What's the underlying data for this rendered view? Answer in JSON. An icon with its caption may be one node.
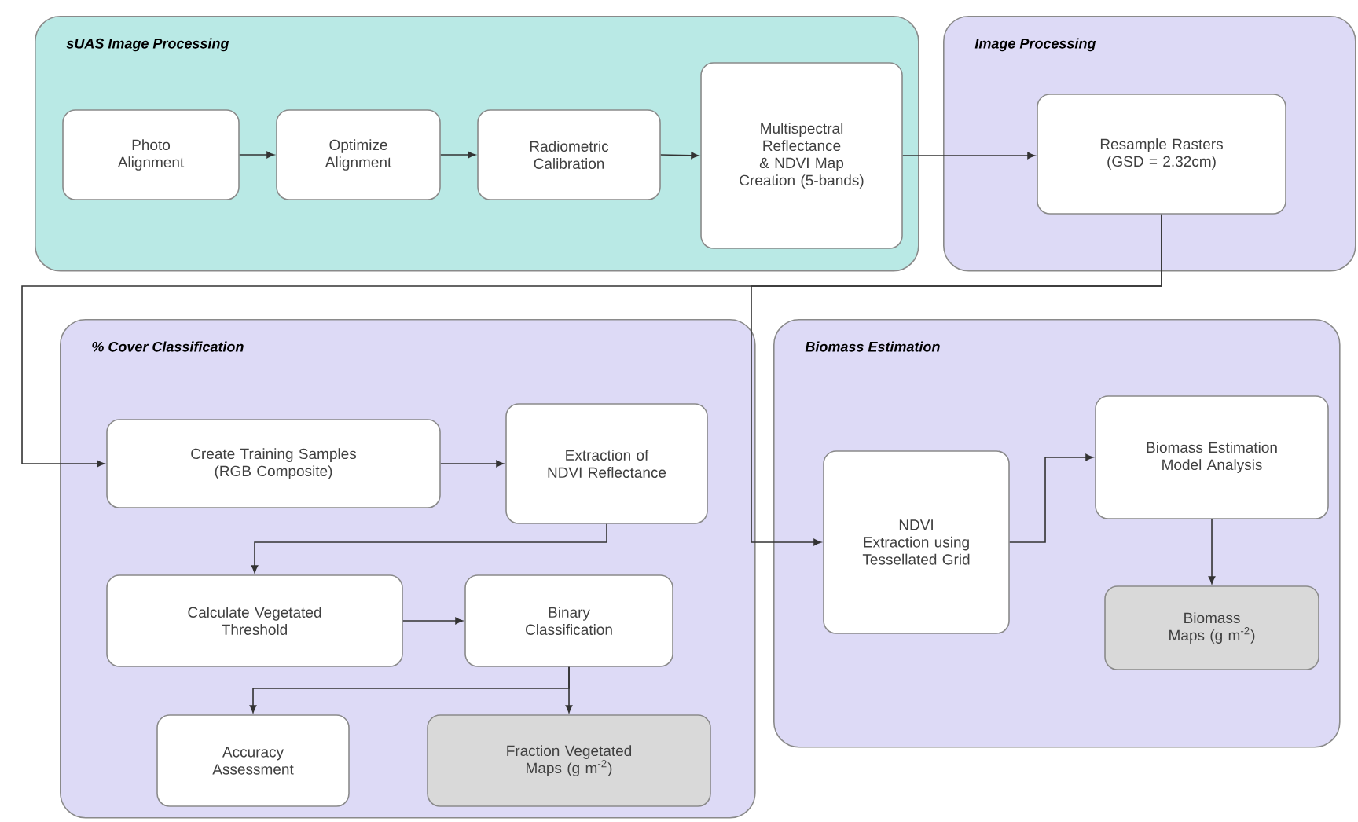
{
  "diagram": {
    "nodes": [
      {
        "text": [
          "sUAS Image Processing"
        ]
      },
      {
        "text": [
          "Photo Alignment"
        ],
        "in": 0
      },
      {
        "text": [
          "Optimize Alignment"
        ],
        "in": 0
      },
      {
        "text": [
          "Radiometric Calibration"
        ],
        "in": 0
      },
      {
        "text": [
          "Multispectral Reflectance & NDVI Map Creation (5-bands)"
        ],
        "in": 0
      },
      {
        "text": [
          "Image Processing"
        ]
      },
      {
        "text": [
          "Resample Rasters (GSD = 2.32cm)"
        ],
        "in": 5
      },
      {
        "text": [
          "% Cover Classification"
        ]
      },
      {
        "text": [
          "Create Training Samples (RGB Composite)"
        ],
        "in": 7
      },
      {
        "text": [
          "Extraction of NDVI Reflectance"
        ],
        "in": 7
      },
      {
        "text": [
          "Calculate Vegetated Threshold"
        ],
        "in": 7
      },
      {
        "text": [
          "Binary Classification"
        ],
        "in": 7
      },
      {
        "text": [
          "Accuracy Assessment"
        ],
        "in": 7
      },
      {
        "text": [
          "Fraction Vegetated Maps (g m$^{-2}$)"
        ],
        "in": 7
      },
      {
        "text": [
          "Biomass Estimation"
        ]
      },
      {
        "text": [
          "NDVI Extraction using Tessellated Grid"
        ],
        "in": 14
      },
      {
        "text": [
          "Biomass Estimation Model Analysis"
        ],
        "in": 14
      },
      {
        "text": [
          "Biomass Maps (g m$^{-2}$)"
        ],
        "in": 14
      }
    ],
    "edges": [
      {
        "from": 1,
        "to": 2,
        "arrow": "to"
      },
      {
        "from": 2,
        "to": 3,
        "arrow": "to"
      },
      {
        "from": 3,
        "to": 4,
        "arrow": "to"
      },
      {
        "from": 4,
        "to": 6,
        "arrow": "to"
      },
      {
        "from": 6,
        "to": 8,
        "arrow": "to"
      },
      {
        "from": 6,
        "to": 15,
        "arrow": "to"
      },
      {
        "from": 8,
        "to": 9,
        "arrow": "to"
      },
      {
        "from": 9,
        "to": 10,
        "arrow": "to"
      },
      {
        "from": 10,
        "to": 11,
        "arrow": "to"
      },
      {
        "from": 11,
        "to": 12,
        "arrow": "to"
      },
      {
        "from": 11,
        "to": 13,
        "arrow": "to"
      },
      {
        "from": 15,
        "to": 16,
        "arrow": "to"
      },
      {
        "from": 16,
        "to": 17,
        "arrow": "to"
      }
    ]
  }
}
